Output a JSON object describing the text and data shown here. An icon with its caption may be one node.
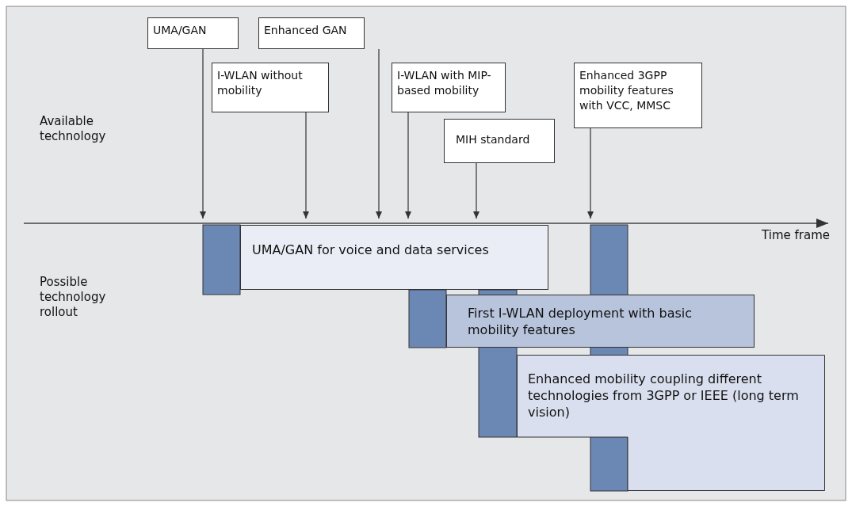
{
  "diagram": {
    "nodes": [
      {
        "text": [
          "UMA/GAN"
        ]
      },
      {
        "text": [
          "Enhanced GAN"
        ]
      },
      {
        "text": [
          "I-WLAN without mobility"
        ]
      },
      {
        "text": [
          "I-WLAN with MIP-based mobility"
        ]
      },
      {
        "text": [
          "MIH standard"
        ]
      },
      {
        "text": [
          "Enhanced 3GPP mobility features with VCC, MMSC"
        ]
      },
      {
        "text": [
          "UMA/GAN for voice and data services"
        ]
      },
      {
        "text": [
          "First I-WLAN deployment with basic mobility features"
        ]
      },
      {
        "text": [
          "Enhanced mobility coupling different technologies from 3GPP or IEEE (long term vision)"
        ]
      },
      {
        "text": [
          "Time frame"
        ]
      }
    ],
    "edges": [
      {
        "from": 0,
        "to": 9,
        "arrow": "to"
      },
      {
        "from": 2,
        "to": 9,
        "arrow": "to"
      },
      {
        "from": 1,
        "to": 9,
        "arrow": "to"
      },
      {
        "from": 3,
        "to": 9,
        "arrow": "to"
      },
      {
        "from": 4,
        "to": 9,
        "arrow": "to"
      },
      {
        "from": 5,
        "to": 9,
        "arrow": "to"
      }
    ],
    "labels": [
      "Available technology",
      "Possible technology rollout"
    ]
  }
}
